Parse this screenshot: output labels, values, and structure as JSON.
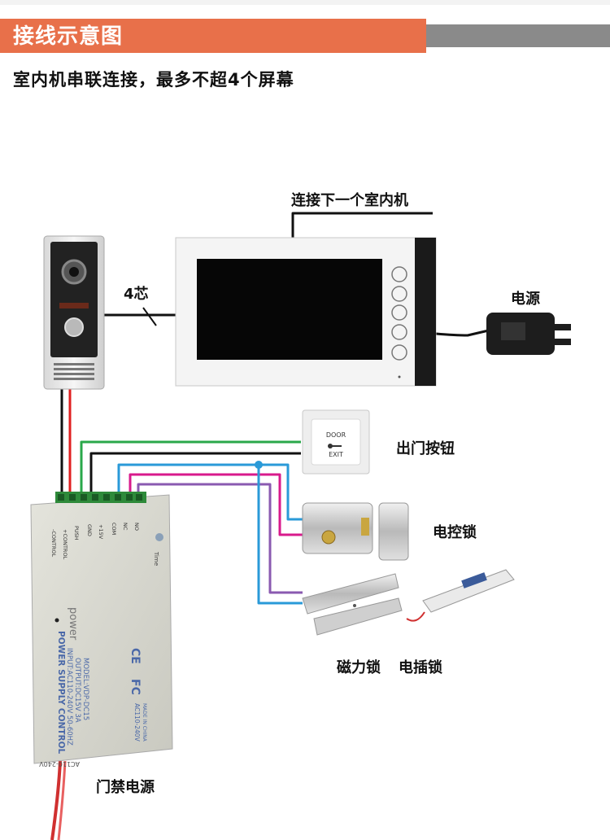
{
  "header": {
    "title": "接线示意图"
  },
  "subtitle": "室内机串联连接，最多不超4个屏幕",
  "labels": {
    "next_monitor": "连接下一个室内机",
    "four_core": "4芯",
    "power": "电源",
    "exit_button": "出门按钮",
    "electric_lock": "电控锁",
    "magnetic_lock": "磁力锁",
    "bolt_lock": "电插锁",
    "access_power": "门禁电源"
  },
  "exit_button": {
    "line1": "DOOR",
    "line2": "EXIT"
  },
  "power_supply": {
    "title": "POWER SUPPLY CONTROL",
    "input": "INPUT:AC110-240V 50-60HZ",
    "output": "OUTPUT:DC15V 3A",
    "model": "MODEL:VDP-DC15",
    "power_text": "power",
    "ac_label": "AC110-240V",
    "ac_label_bottom": "AC110-240V",
    "made_in": "MADE IN CHINA",
    "ce": "CE",
    "fc": "FC",
    "time": "Time",
    "terminals": [
      "-CONTROL",
      "+CONTROL",
      "PUSH",
      "GND",
      "+15V",
      "COM",
      "NC",
      "NO"
    ]
  },
  "colors": {
    "header": "#e8704a",
    "header_gray": "#8a8a8a",
    "wire_black": "#111111",
    "wire_red": "#e02020",
    "wire_green": "#2aa84a",
    "wire_blue": "#2a9ad8",
    "wire_magenta": "#d81a8c",
    "wire_purple": "#8a5ab0"
  }
}
